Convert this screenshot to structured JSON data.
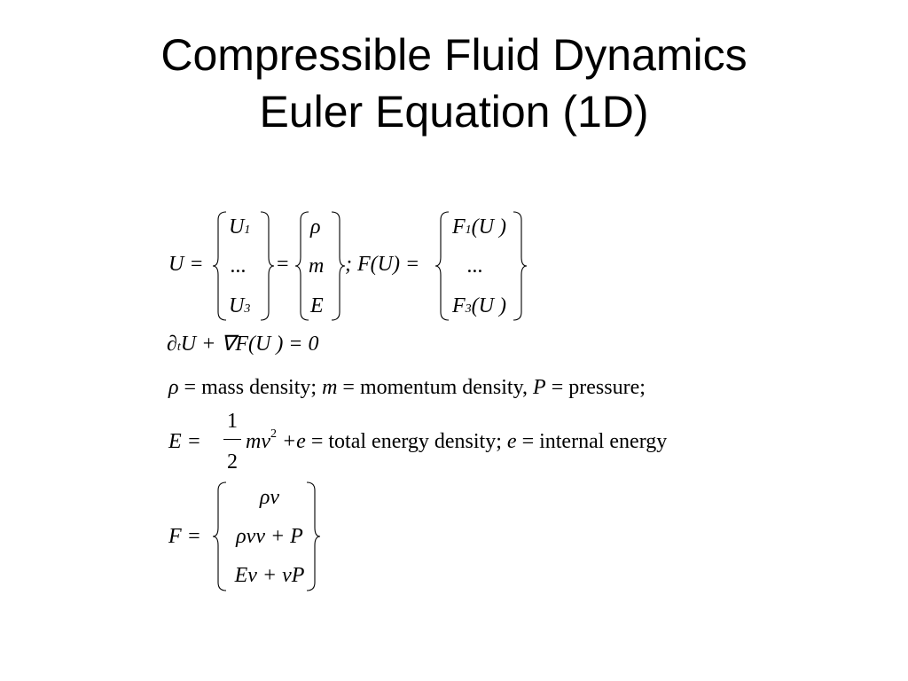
{
  "slide": {
    "title_line1": "Compressible Fluid Dynamics",
    "title_line2": "Euler Equation (1D)"
  },
  "eq1": {
    "lhs": "U =",
    "vector_u": [
      "U",
      "...",
      "U"
    ],
    "vector_u_subs": [
      "1",
      "",
      "3"
    ],
    "eq_sign": "=",
    "vector_state": [
      "ρ",
      "m",
      "E"
    ],
    "sep": "; F(U) =",
    "vector_flux": [
      "F",
      "...",
      "F"
    ],
    "vector_flux_subs": [
      "1",
      "",
      "3"
    ],
    "vector_flux_args": [
      "(U )",
      "",
      "(U )"
    ]
  },
  "eq2": {
    "partial": "∂",
    "partial_sub": "t",
    "text": "U + ∇F(U ) = 0"
  },
  "definitions": {
    "rho_sym": "ρ",
    "rho_text": "= mass density;",
    "m_sym": "m",
    "m_text": "= momentum density,",
    "p_sym": "P",
    "p_text": "= pressure;"
  },
  "energy": {
    "lhs": "E =",
    "frac_num": "1",
    "frac_den": "2",
    "mv": "mv",
    "exp": "2",
    "plus_e": "+e",
    "desc1": "= total energy density;",
    "e_sym": "e",
    "desc2": "= internal energy"
  },
  "flux": {
    "lhs": "F =",
    "rows": [
      "ρv",
      "ρvv + P",
      "Ev + vP"
    ]
  }
}
